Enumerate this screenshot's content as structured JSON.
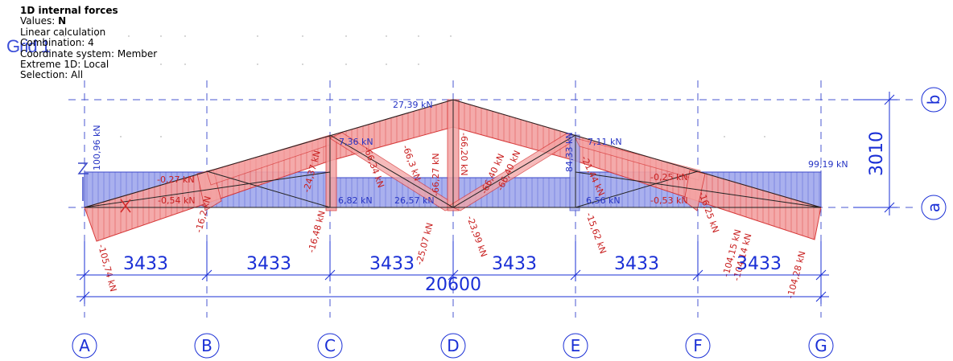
{
  "header": {
    "title": "1D internal forces",
    "values_prefix": "Values: ",
    "values_value": "N",
    "calculation": "Linear calculation",
    "combination": "Combination: 4",
    "coordinate_system": "Coordinate system: Member",
    "extreme": "Extreme 1D: Local",
    "selection": "Selection: All"
  },
  "grid_word": "Grid 1",
  "colors": {
    "grid": "#4a57d0",
    "dimension": "#1a2fd6",
    "compression_fill": "#f4a3a3",
    "compression_line": "#d42a2a",
    "tension_fill": "#a9b0ee",
    "tension_line": "#3b48c9",
    "label_red": "#c81e1e",
    "label_blue": "#2634c4"
  },
  "grid_axes": {
    "columns": [
      "A",
      "B",
      "C",
      "D",
      "E",
      "F",
      "G"
    ],
    "rows": [
      "b",
      "a"
    ]
  },
  "dimensions": {
    "bay_spans": [
      "3433",
      "3433",
      "3433",
      "3433",
      "3433",
      "3433"
    ],
    "total_span": "20600",
    "height": "3010",
    "unit": "mm"
  },
  "force_labels": {
    "top_chord_left_end": "-105,74 kN",
    "top_chord_ridge": "27,39 kN",
    "top_chord_c": "7,36 kN",
    "top_chord_e": "7,11 kN",
    "top_chord_right_a": "-104,15 kN",
    "top_chord_right_b": "-104,28 kN",
    "top_chord_right_c": "-104,14 kN",
    "bottom_chord_a": "100,96 kN",
    "bottom_chord_b": "99,19 kN",
    "bottom_chord_c": "6,82 kN",
    "bottom_chord_d": "26,57 kN",
    "bottom_chord_e": "6,56 kN",
    "tie_left_1": "-0,27 kN",
    "tie_left_2": "-0,54 kN",
    "tie_right_1": "-0,25 kN",
    "tie_right_2": "-0,53 kN",
    "diag_b1": "-16,2 kN",
    "diag_c1": "-24,37 kN",
    "diag_c2": "-16,48 kN",
    "diag_cd_1": "-66,34 kN",
    "diag_cd_2": "-66,3 kN",
    "diag_cd_3": "-25,07 kN",
    "vert_d_1": "-66,20 kN",
    "vert_d_2": "-66,27 kN",
    "diag_de_1": "-66,40 kN",
    "diag_de_2": "-66,40 kN",
    "diag_de_3": "-23,99 kN",
    "vert_e": "84,33 kN",
    "diag_e1": "-21,44 kN",
    "diag_e2": "-15,62 kN",
    "diag_f1": "-16,25 kN"
  }
}
